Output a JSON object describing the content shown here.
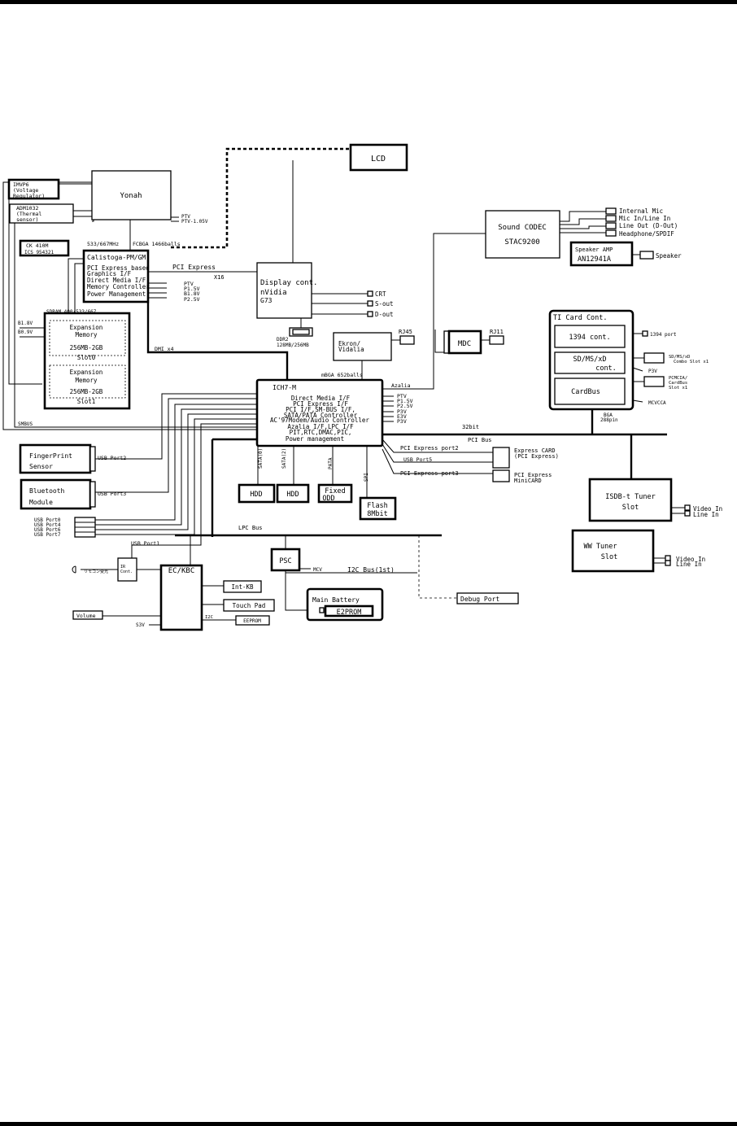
{
  "lcd": "LCD",
  "imvp6": [
    "IMVP6",
    "(Voltage",
    "Regulator)"
  ],
  "adm1032": [
    "ADM1032",
    "(Thermal",
    "sensor)"
  ],
  "yonah": "Yonah",
  "yonah_ptv": [
    "PTV",
    "PTV-1.05V"
  ],
  "ck410m": [
    "CK 410M",
    "ICS 954321"
  ],
  "fsb": "533/667MHz",
  "fcbga": "FCBGA 1466balls",
  "calistoga": {
    "title": "Calistoga-PM/GM",
    "lines": [
      "PCI Express based",
      "Graphics I/F",
      "Direct Media I/F",
      "Memory Controller",
      "Power Management"
    ],
    "rails": [
      "PTV",
      "P1.5V",
      "B1.8V",
      "P2.5V"
    ]
  },
  "pci_express": "PCI Express",
  "x16": "X16",
  "display": {
    "title": "Display cont.",
    "chip": "nVidia",
    "model": "G73"
  },
  "display_outs": [
    "CRT",
    "S-out",
    "D-out"
  ],
  "ddr2": [
    "DDR2",
    "128MB/256MB"
  ],
  "sodimm": "SDRAM 400/533/667",
  "mem_rails": [
    "B1.8V",
    "B0.9V"
  ],
  "slot0": {
    "name": "Slot0",
    "lines": [
      "Expansion",
      "Memory",
      "256MB-2GB"
    ]
  },
  "slot1": {
    "name": "Slot1",
    "lines": [
      "Expansion",
      "Memory",
      "256MB-2GB"
    ]
  },
  "smbus": "SMBUS",
  "dmi": "DMI x4",
  "sound": {
    "title": "Sound CODEC",
    "chip": "STAC9200"
  },
  "audio_ports": [
    "Internal Mic",
    "Mic In/Line In",
    "Line Out (D-Out)",
    "Headphone/SPDIF"
  ],
  "speaker_amp": [
    "Speaker AMP",
    "AN12941A"
  ],
  "speaker": "Speaker",
  "ekron": [
    "Ekron/",
    "Vidalia"
  ],
  "rj45": "RJ45",
  "mdc": "MDC",
  "rj11": "RJ11",
  "mbga": "mBGA 652balls",
  "azalia": "Azalia",
  "ich7": {
    "title": "ICH7-M",
    "lines": [
      "Direct Media I/F",
      "PCI Express I/F",
      "PCI I/F,SM-BUS I/F,",
      "SATA/PATA Controller",
      "AC'97Modem/Audio Controller",
      "Azalia I/F,LPC I/F",
      "PIT,RTC,DMAC,PIC,",
      "Power management"
    ],
    "rails": [
      "PTV",
      "P1.5V",
      "P2.5V",
      "P3V",
      "E3V",
      "P3V"
    ]
  },
  "ti": {
    "title": "TI Card Cont.",
    "c1394": "1394 cont.",
    "sd": [
      "SD/MS/xD",
      "cont."
    ],
    "cardbus": "CardBus",
    "port1394": "1394 port",
    "combo": [
      "SD/MS/xD",
      "Combo Slot x1"
    ],
    "p3v": "P3V",
    "pcmcia": [
      "PCMCIA/",
      "CardBus",
      "Slot x1"
    ],
    "mcvcca": "MCVCCA",
    "bga": [
      "BGA",
      "288pin"
    ]
  },
  "bit32": "32bit",
  "pci_bus": "PCI Bus",
  "fingerprint": [
    "FingerPrint",
    "Sensor"
  ],
  "bluetooth": [
    "Bluetooth",
    "Module"
  ],
  "usb_port2": "USB Port2",
  "usb_port3": "USB Port3",
  "usb_ports": [
    "USB Port0",
    "USB Port4",
    "USB Port6",
    "USB Port7"
  ],
  "usb_port1": "USB Port1",
  "pci_e_port2": "PCI Express port2",
  "usb_port5": "USB Port5",
  "pci_e_port3": "PCI Express port3",
  "express_card": [
    "Express CARD",
    "(PCI Express)"
  ],
  "minicard": [
    "PCI Express",
    "MiniCARD"
  ],
  "sata_labels": [
    "SATA(0)",
    "SATA(2)",
    "PATA",
    "SPI"
  ],
  "hdd": "HDD",
  "odd": [
    "Fixed",
    "ODD"
  ],
  "flash": [
    "Flash",
    "8Mbit"
  ],
  "isdb": [
    "ISDB-t Tuner",
    "Slot"
  ],
  "ww": [
    "WW Tuner",
    "Slot"
  ],
  "tuner_io": [
    "Video In",
    "Line In"
  ],
  "lpc": "LPC Bus",
  "psc": "PSC",
  "mcv": "MCV",
  "i2c_bus": "I2C Bus(1st)",
  "main_battery": "Main Battery",
  "e2prom": "E2PROM",
  "debug": "Debug Port",
  "ir_cont": [
    "IR",
    "Cont."
  ],
  "remocon": "リモコン受光",
  "eckbc": "EC/KBC",
  "intkb": "Int-KB",
  "touchpad": "Touch Pad",
  "i2c": "I2C",
  "eeprom": "EEPROM",
  "volume": "Volume",
  "s3v": "S3V"
}
